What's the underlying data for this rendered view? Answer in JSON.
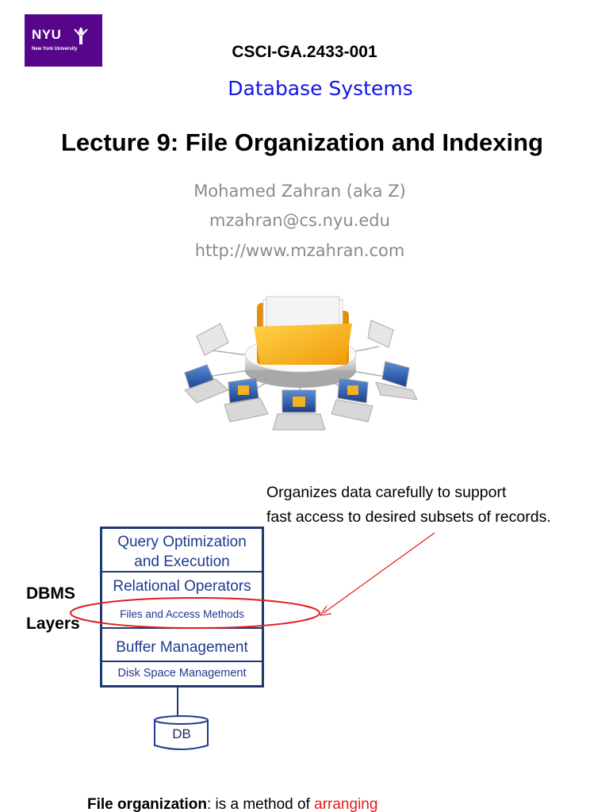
{
  "logo": {
    "text": "NYU",
    "subtext": "New York University",
    "color": "#57068c"
  },
  "header": {
    "course_code": "CSCI-GA.2433-001",
    "course_name": "Database Systems",
    "lecture_title": "Lecture 9:  File Organization and Indexing"
  },
  "author": {
    "name": "Mohamed Zahran (aka Z)",
    "email": "mzahran@cs.nyu.edu",
    "website": "http://www.mzahran.com"
  },
  "illustration": {
    "icon": "folder-network-icon"
  },
  "callout": {
    "line1": "Organizes data carefully to support",
    "line2": "fast access to desired subsets of records."
  },
  "diagram": {
    "side_label_line1": "DBMS",
    "side_label_line2": "Layers",
    "layers": [
      {
        "line1": "Query Optimization",
        "line2": "and Execution"
      },
      {
        "line1": "Relational Operators"
      },
      {
        "line1": "Files and Access Methods"
      },
      {
        "line1": "Buffer Management"
      },
      {
        "line1": "Disk Space Management"
      }
    ],
    "db_label": "DB",
    "highlight_color": "#e31b1b"
  },
  "body": {
    "bold_term": "File organization",
    "text_after": ": is a method of ",
    "highlight": "arranging"
  }
}
